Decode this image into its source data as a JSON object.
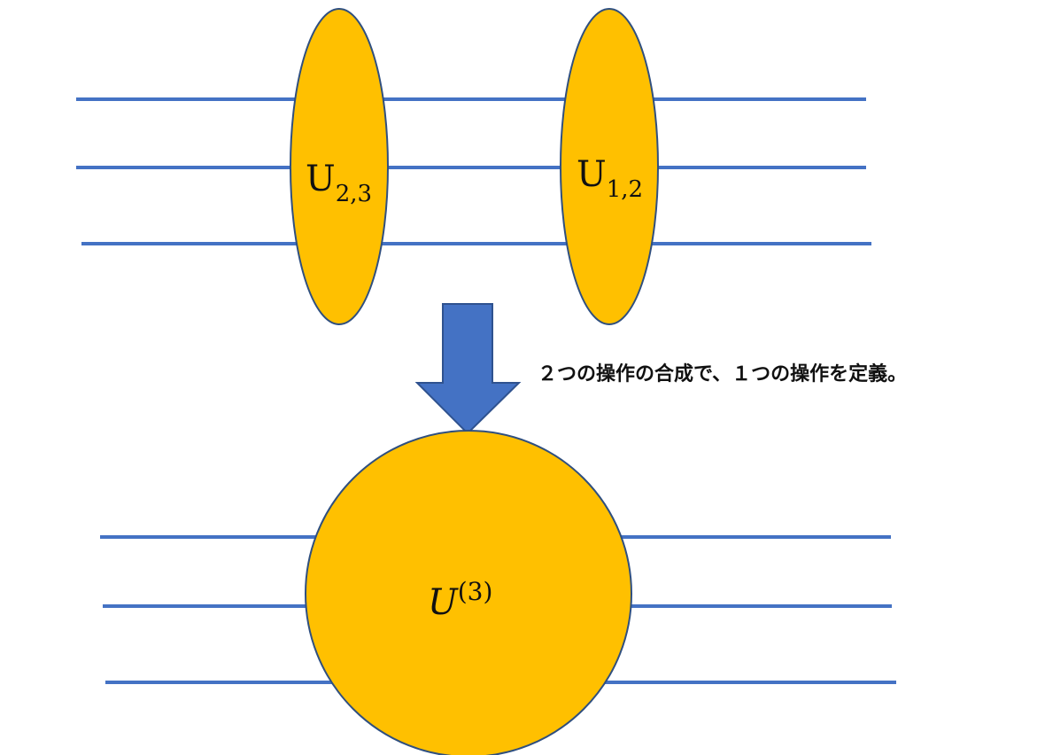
{
  "top_circuit": {
    "gate_left": {
      "base": "U",
      "sub": "2,3"
    },
    "gate_right": {
      "base": "U",
      "sub": "1,2"
    }
  },
  "caption": "２つの操作の合成で、１つの操作を定義。",
  "bottom_circuit": {
    "merged_gate": {
      "base": "U",
      "sup": "(3)"
    }
  },
  "colors": {
    "wire": "#4472c4",
    "gate_fill": "#ffc000",
    "gate_stroke": "#2f4f7f",
    "arrow_fill": "#4472c4",
    "arrow_stroke": "#2f528f"
  }
}
